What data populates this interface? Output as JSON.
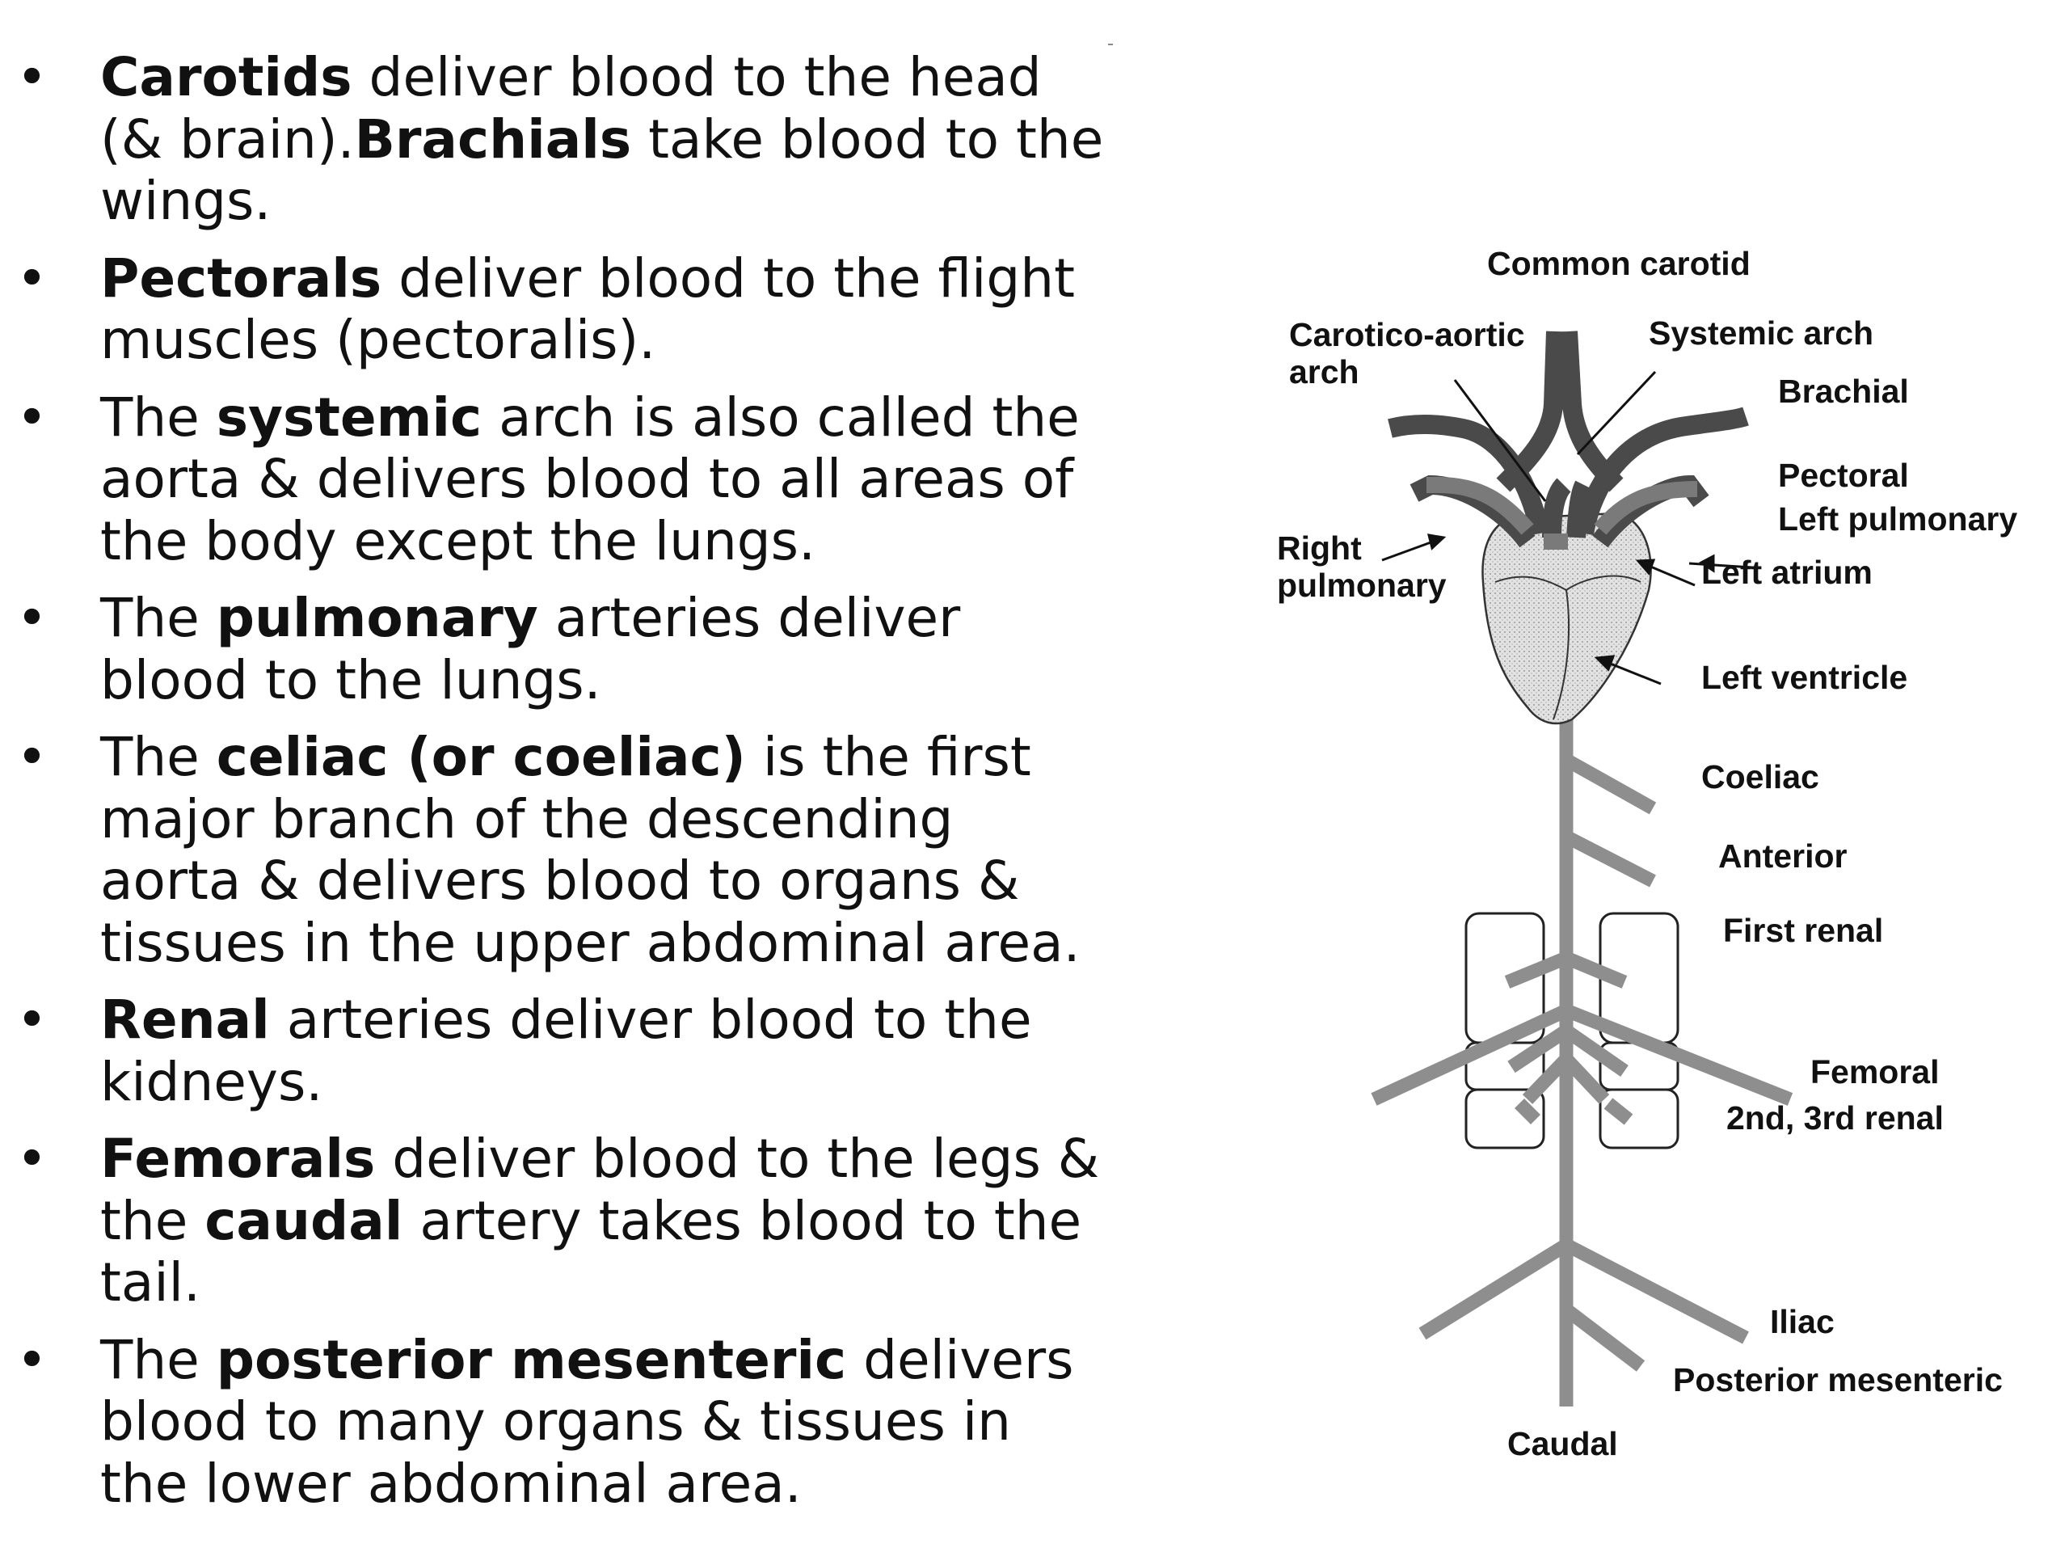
{
  "bullets": [
    [
      {
        "t": "Carotids",
        "b": true
      },
      {
        "t": " deliver blood to the head (& brain)."
      },
      {
        "t": "Brachials",
        "b": true
      },
      {
        "t": " take blood to the wings."
      }
    ],
    [
      {
        "t": "Pectorals",
        "b": true
      },
      {
        "t": " deliver blood to the flight muscles (pectoralis)."
      }
    ],
    [
      {
        "t": "The "
      },
      {
        "t": "systemic",
        "b": true
      },
      {
        "t": " arch is also called the aorta & delivers blood to all areas of the body except the lungs."
      }
    ],
    [
      {
        "t": "The "
      },
      {
        "t": "pulmonary",
        "b": true
      },
      {
        "t": " arteries deliver blood to the lungs."
      }
    ],
    [
      {
        "t": "The "
      },
      {
        "t": "celiac (or coeliac)",
        "b": true
      },
      {
        "t": " is the first major branch of the descending aorta & delivers blood to organs & tissues in the upper abdominal area."
      }
    ],
    [
      {
        "t": "Renal",
        "b": true
      },
      {
        "t": " arteries deliver blood to the kidneys."
      }
    ],
    [
      {
        "t": "Femorals",
        "b": true
      },
      {
        "t": " deliver blood to the legs & the "
      },
      {
        "t": "caudal",
        "b": true
      },
      {
        "t": " artery takes blood to the tail."
      }
    ],
    [
      {
        "t": "The "
      },
      {
        "t": "posterior mesenteric",
        "b": true
      },
      {
        "t": " delivers blood to many organs & tissues in the lower abdominal area."
      }
    ]
  ],
  "diagram": {
    "labels": {
      "common_carotid": "Common carotid",
      "carotico_aortic_1": "Carotico-aortic",
      "carotico_aortic_2": "arch",
      "systemic_arch": "Systemic arch",
      "brachial": "Brachial",
      "pectoral": "Pectoral",
      "left_pulmonary": "Left pulmonary",
      "right_pulmonary_1": "Right",
      "right_pulmonary_2": "pulmonary",
      "left_atrium": "Left atrium",
      "left_ventricle": "Left ventricle",
      "coeliac": "Coeliac",
      "anterior": "Anterior",
      "first_renal": "First renal",
      "femoral": "Femoral",
      "second_third_renal": "2nd, 3rd renal",
      "iliac": "Iliac",
      "posterior_mesenteric": "Posterior mesenteric",
      "caudal": "Caudal"
    }
  }
}
